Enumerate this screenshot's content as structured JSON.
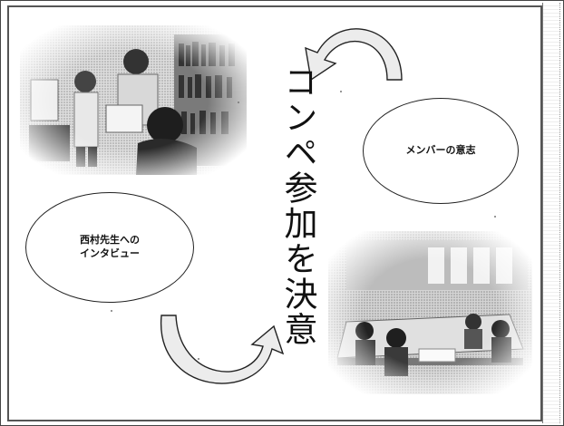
{
  "title_vertical": "コンペ参加を決意",
  "ellipse_member": {
    "text": "メンバーの意志"
  },
  "ellipse_interview": {
    "text": "西村先生への\nインタビュー"
  },
  "photos": {
    "top": {
      "icon": "photo-people-in-library"
    },
    "bottom": {
      "icon": "photo-classroom-meeting"
    }
  },
  "arrows": {
    "top": "curved-arrow-icon",
    "bottom": "curved-arrow-icon"
  }
}
